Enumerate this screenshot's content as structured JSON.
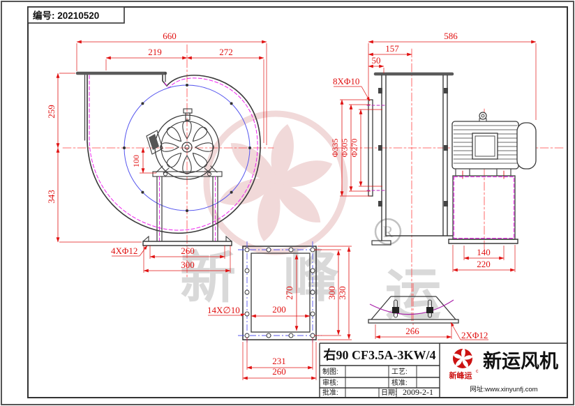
{
  "doc": {
    "number_label": "编号: 20210520"
  },
  "dims": {
    "front": {
      "overall_w": "660",
      "outlet_a": "219",
      "outlet_b": "272",
      "h_top": "259",
      "h_bot": "343",
      "inlet_off": "100",
      "foot_holes": "4XΦ12",
      "foot_in": "260",
      "foot_out": "300"
    },
    "side": {
      "overall_l": "586",
      "inlet_a": "157",
      "inlet_b": "50",
      "flange_holes": "8XΦ10",
      "d_outer": "Φ335",
      "d_bolt": "Φ305",
      "d_inner": "Φ270",
      "base_in": "140",
      "base_out": "220"
    },
    "flange": {
      "holes": "14X∅10",
      "inner_w": "200",
      "inner_h": "270",
      "bolt_h": "300",
      "outer_h": "330",
      "bolt_w": "231",
      "outer_w": "260"
    },
    "base": {
      "width": "266",
      "holes": "2XΦ12"
    }
  },
  "title_block": {
    "model": "右90 CF3.5A-3KW/4",
    "drawn_label": "制图:",
    "checked_label": "审核:",
    "approved_label": "批准:",
    "process_label": "工艺:",
    "ratify_label": "核准:",
    "date_label": "日期:",
    "date_value": "2009-2-1",
    "company": "新运风机",
    "brand": "新峰运",
    "brand_mark": "c",
    "website": "网址:www.xinyunfj.com"
  },
  "watermark": {
    "registered": "R",
    "brand1": "新",
    "brand2": "峰",
    "brand3": "运"
  }
}
